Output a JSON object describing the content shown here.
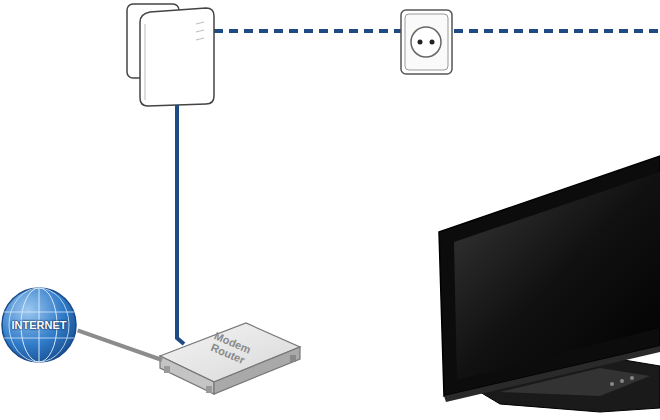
{
  "diagram": {
    "nodes": [
      {
        "text": [
          "INTERNET"
        ]
      },
      {
        "text": [
          "Modem Router"
        ]
      }
    ],
    "edges": [
      {
        "from": 0,
        "to": 1,
        "arrow": "none"
      }
    ]
  }
}
